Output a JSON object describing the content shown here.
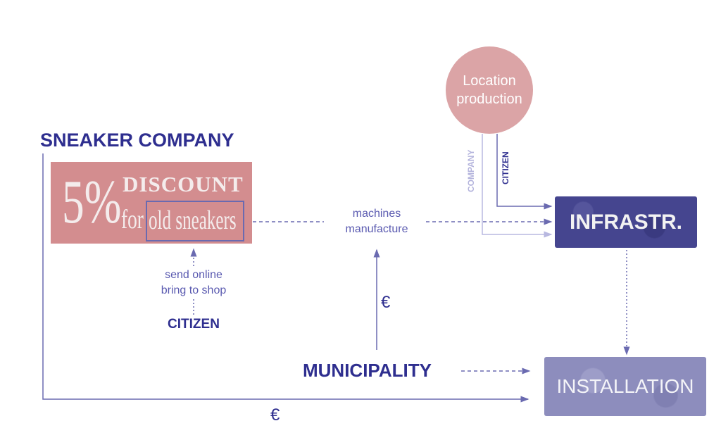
{
  "circle": {
    "line1": "Location",
    "line2": "production"
  },
  "labels": {
    "company_vertical": "COMPANY",
    "citizen_vertical": "CITIZEN"
  },
  "infrastructure": "INFRASTR.",
  "installation": "INSTALLATION",
  "sneaker_company": "SNEAKER COMPANY",
  "discount": {
    "percent": "5%",
    "word": "DISCOUNT",
    "for": "for",
    "highlight": "old sneakers"
  },
  "machines": {
    "line1": "machines",
    "line2": "manufacture"
  },
  "citizen_flow": {
    "line1": "send online",
    "line2": "bring to shop",
    "actor": "CITIZEN"
  },
  "municipality": "MUNICIPALITY",
  "euro_municipality": "€",
  "euro_bottom": "€",
  "colors": {
    "dark": "#2e2e8f",
    "pink": "#d38d8f",
    "infra": "#45458f",
    "install": "#8d8dbd"
  }
}
